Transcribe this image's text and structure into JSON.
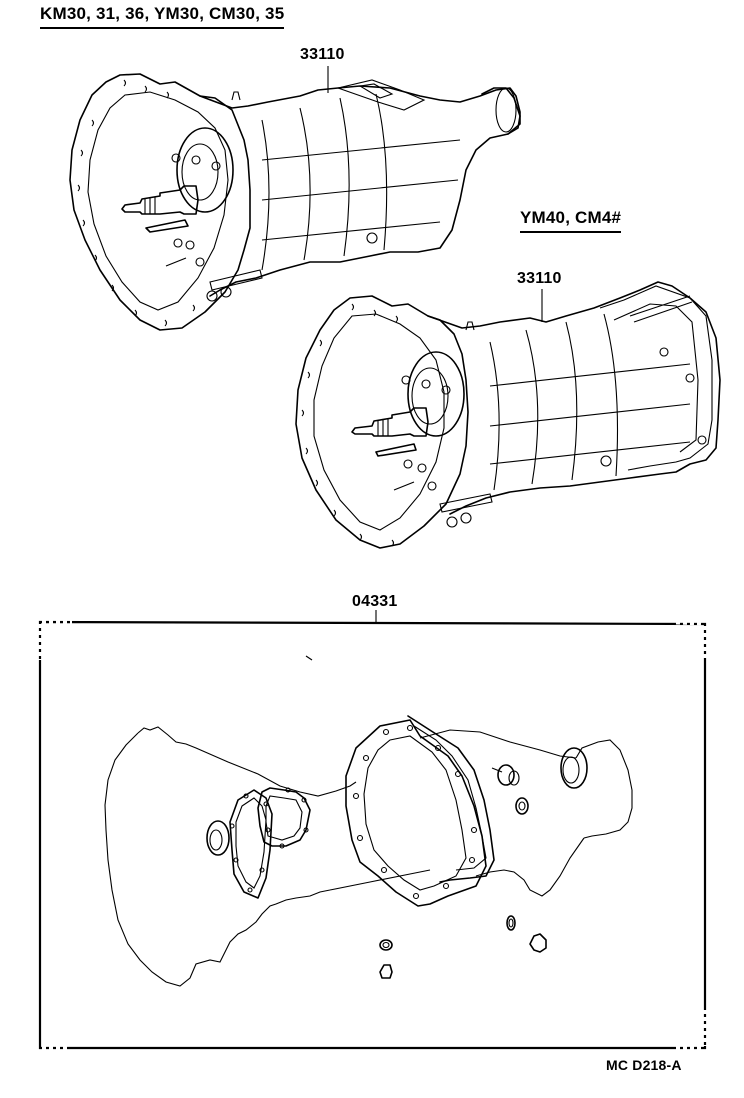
{
  "diagram": {
    "type": "parts-catalog-exploded-view",
    "groups": [
      {
        "id": "group-1",
        "title": "KM30, 31, 36, YM30, CM30, 35",
        "part_number": "33110",
        "part_description": "manual transmission assembly"
      },
      {
        "id": "group-2",
        "title": "YM40, CM4#",
        "part_number": "33110",
        "part_description": "manual transmission assembly"
      }
    ],
    "kit": {
      "part_number": "04331",
      "part_description": "transmission gasket kit (dashed boundary)",
      "contents": [
        "transmission case outline",
        "front oil seal",
        "front bearing retainer gasket",
        "shift cover gasket",
        "intermediate plate gasket",
        "extension housing gasket",
        "rear oil seal",
        "plug",
        "speedometer seal",
        "o-ring",
        "gasket washer",
        "drain plug gasket",
        "breather cap"
      ]
    },
    "footer_code": "MC  D218-A"
  }
}
